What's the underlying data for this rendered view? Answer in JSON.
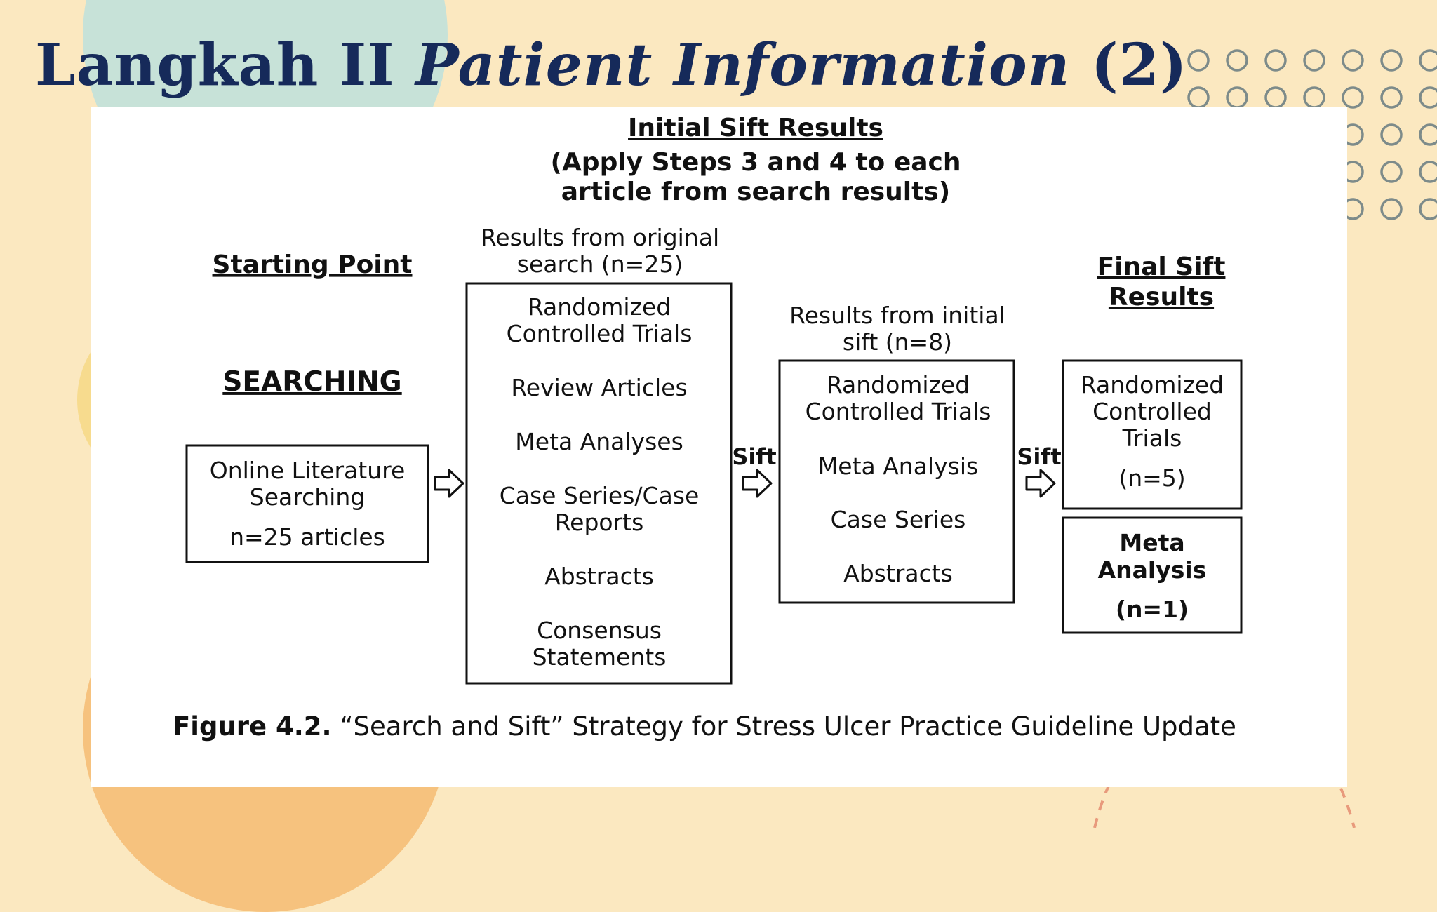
{
  "slide": {
    "title_plain": "Langkah II ",
    "title_italic": "Patient Information",
    "title_suffix": " (2)"
  },
  "diagram": {
    "header_line1": "Initial Sift Results",
    "header_line2": "(Apply Steps 3 and 4 to each",
    "header_line3": "article from search results)",
    "starting_point": "Starting Point",
    "searching": "SEARCHING",
    "search_box": {
      "line1": "Online Literature",
      "line2": "Searching",
      "count": "n=25 articles"
    },
    "original_label": {
      "line1": "Results from original",
      "line2": "search (n=25)"
    },
    "original_box": {
      "rct1": "Randomized",
      "rct2": "Controlled Trials",
      "review": "Review Articles",
      "meta": "Meta Analyses",
      "case1": "Case Series/Case",
      "case2": "Reports",
      "abstracts": "Abstracts",
      "consensus1": "Consensus",
      "consensus2": "Statements"
    },
    "sift_label": "Sift",
    "initial_label": {
      "line1": "Results from initial",
      "line2": "sift (n=8)"
    },
    "initial_box": {
      "rct1": "Randomized",
      "rct2": "Controlled Trials",
      "meta": "Meta Analysis",
      "case": "Case Series",
      "abstracts": "Abstracts"
    },
    "final_heading": {
      "line1": "Final Sift",
      "line2": "Results"
    },
    "final_rct_box": {
      "line1": "Randomized",
      "line2": "Controlled",
      "line3": "Trials",
      "count": "(n=5)"
    },
    "final_meta_box": {
      "line1": "Meta",
      "line2": "Analysis",
      "count": "(n=1)"
    }
  },
  "caption": {
    "label": "Figure 4.2.",
    "text": " “Search and Sift” Strategy for Stress Ulcer Practice Guideline Update"
  },
  "colors": {
    "background": "#fbe8c0",
    "title": "#162a5a",
    "teal_circle": "#c7e2d8",
    "orange_circle": "#f6c27e",
    "dots": "#7d8b8a"
  }
}
